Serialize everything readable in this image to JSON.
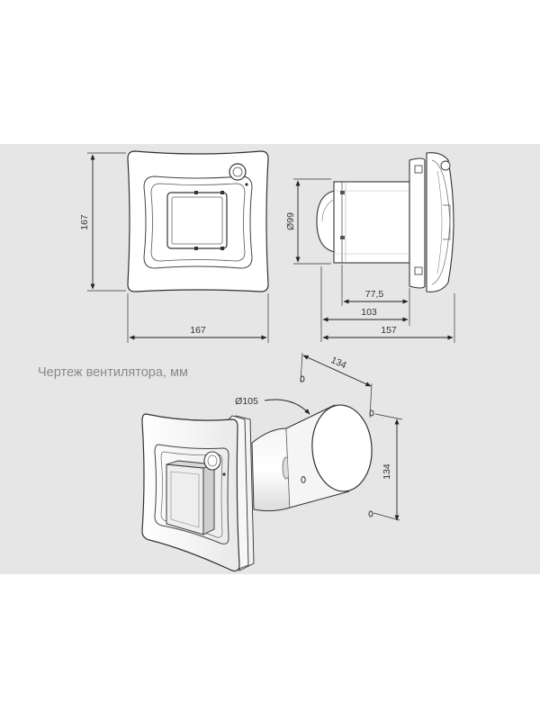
{
  "caption": "Чертеж вентилятора, мм",
  "dimensions": {
    "front_height": "167",
    "front_width": "167",
    "duct_diameter": "Ø99",
    "depth_inner": "77,5",
    "depth_mid": "103",
    "depth_total": "157",
    "plate_width": "134",
    "plate_height": "134",
    "outlet_diameter": "Ø105"
  }
}
